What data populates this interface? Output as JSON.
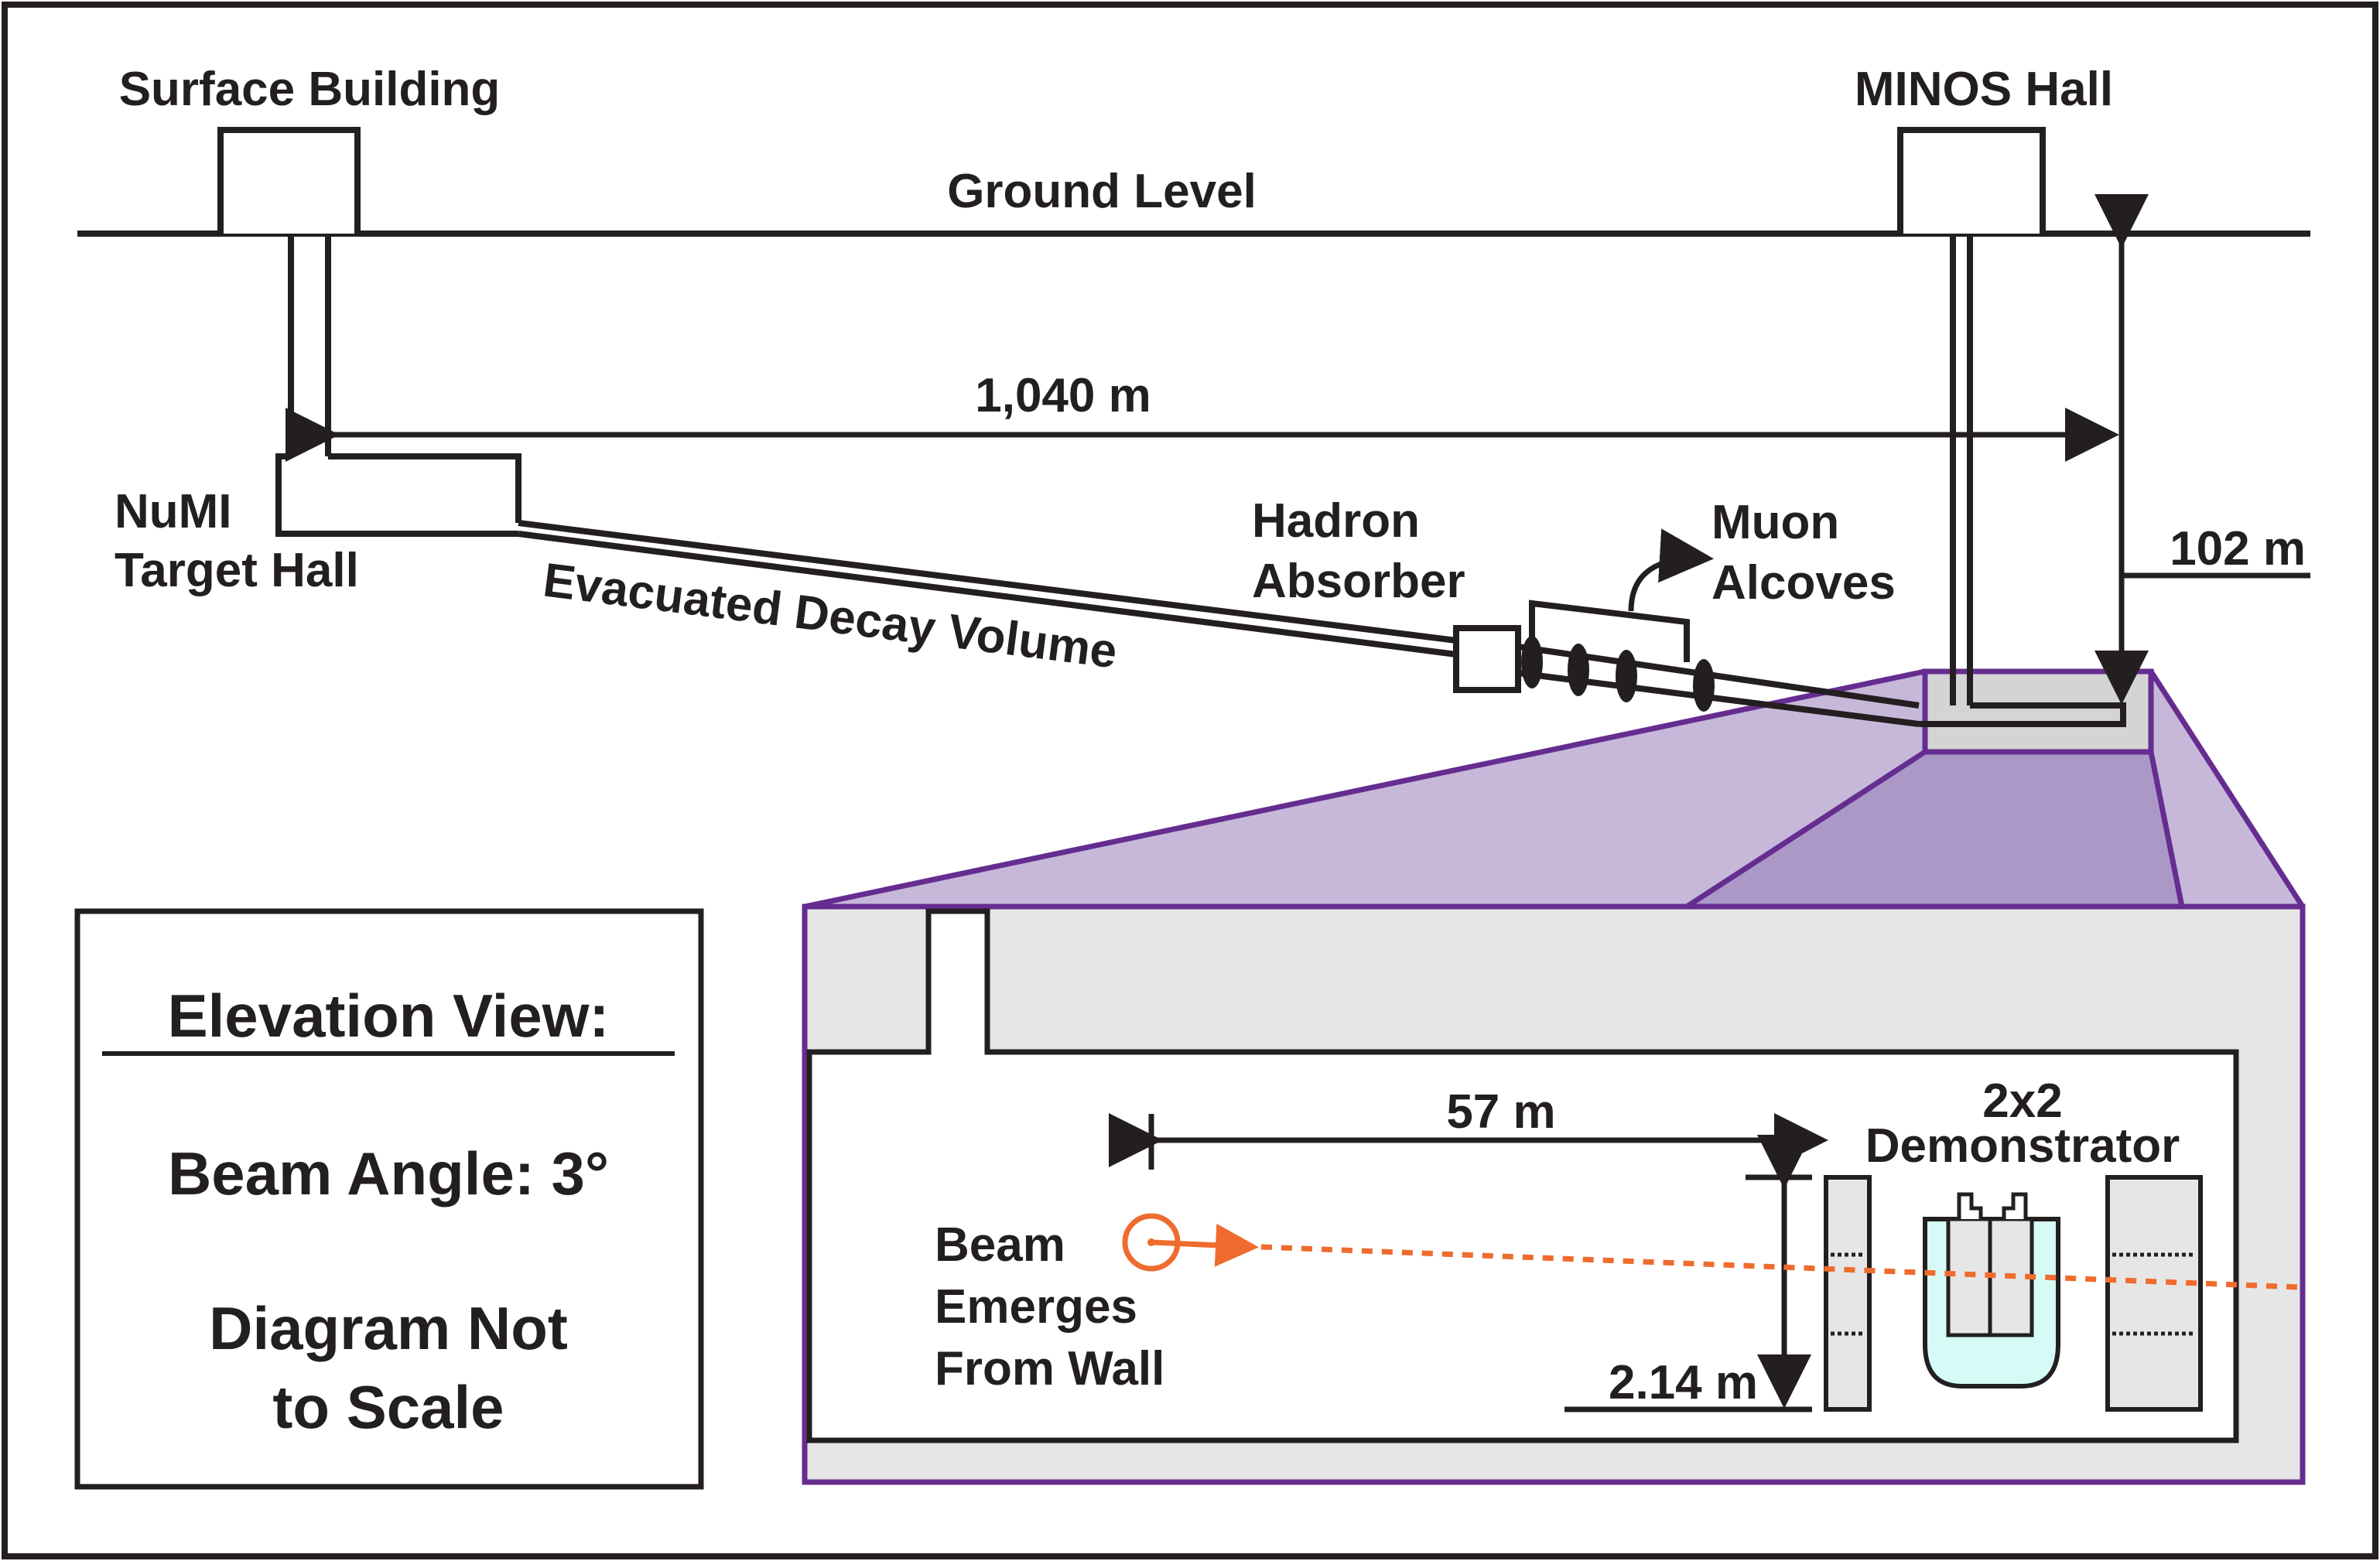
{
  "labels": {
    "surface_building": "Surface Building",
    "minos_hall": "MINOS Hall",
    "ground_level": "Ground Level",
    "numi_target_hall_line1": "NuMI",
    "numi_target_hall_line2": "Target Hall",
    "evacuated_decay_volume": "Evacuated Decay Volume",
    "hadron_absorber_line1": "Hadron",
    "hadron_absorber_line2": "Absorber",
    "muon_alcoves_line1": "Muon",
    "muon_alcoves_line2": "Alcoves",
    "demonstrator_line1": "2x2",
    "demonstrator_line2": "Demonstrator",
    "beam_line1": "Beam",
    "beam_line2": "Emerges",
    "beam_line3": "From Wall"
  },
  "dimensions": {
    "length_1040": "1,040 m",
    "depth_102": "102 m",
    "distance_57": "57 m",
    "height_214": "2.14 m"
  },
  "legend": {
    "title": "Elevation View:",
    "beam_angle": "Beam Angle: 3°",
    "note_line1": "Diagram Not",
    "note_line2": "to Scale"
  },
  "colors": {
    "ink": "#231f20",
    "purple_outline": "#652d90",
    "purple_light": "#c7b8da",
    "purple_mid": "#ab98c7",
    "hall_gray": "#e6e6e6",
    "inset_gray": "#d4d4d4",
    "module_gray": "#e6e6e6",
    "cryostat_fill": "#d6fbf7",
    "beam_orange": "#ef6c2e"
  }
}
